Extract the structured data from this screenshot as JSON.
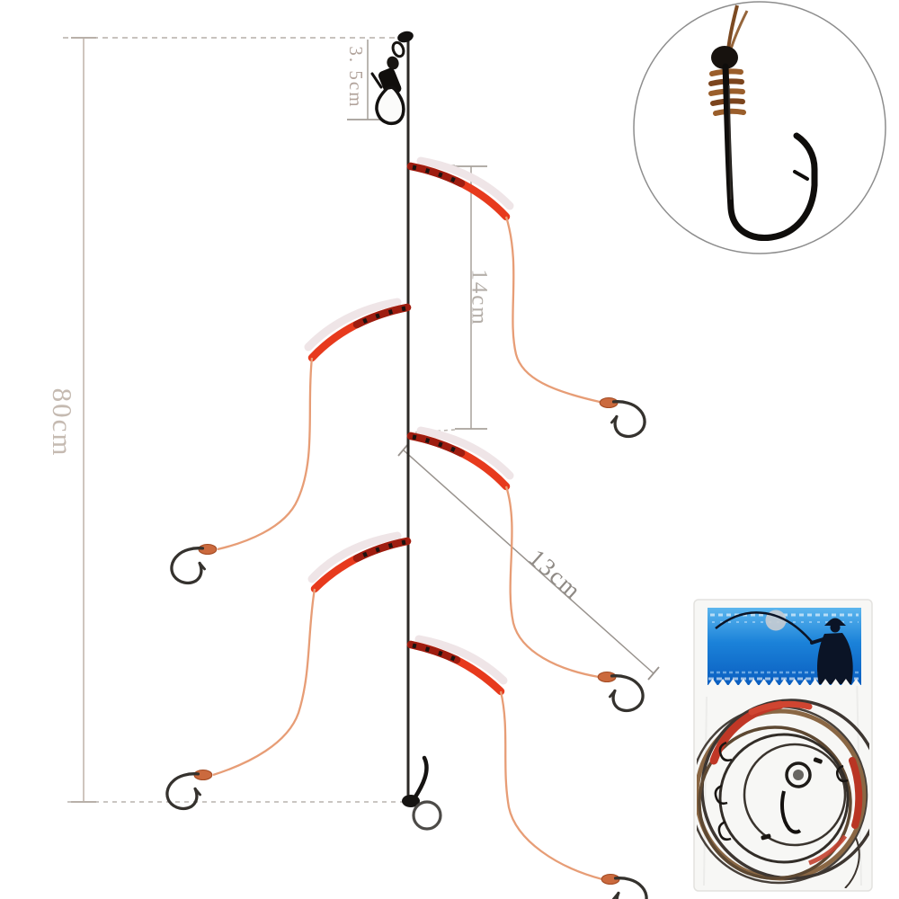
{
  "diagram": {
    "description": "fishing-rig-line-diagram",
    "hook_count": 5,
    "labels": {
      "total_length": "80cm",
      "swivel_section": "3. 5cm",
      "hook_spacing": "14cm",
      "branch_length": "13cm"
    },
    "colors": {
      "main_line": "#2c2926",
      "branch_line": "#e79d76",
      "float_sleeve_red": "#e73a1d",
      "float_sleeve_white": "#efe5e7",
      "dimension_line": "#a8a29c",
      "dimension_text": "#b4aaa2"
    }
  },
  "inset": {
    "subject": "fishing-hook-snell-knot-closeup"
  },
  "package": {
    "subject": "packaged-rig-in-plastic-bag",
    "header_color": "#1174cf",
    "header_art": "fisherman-silhouette",
    "contents": "coiled-rig-with-hooks-and-swivels"
  }
}
